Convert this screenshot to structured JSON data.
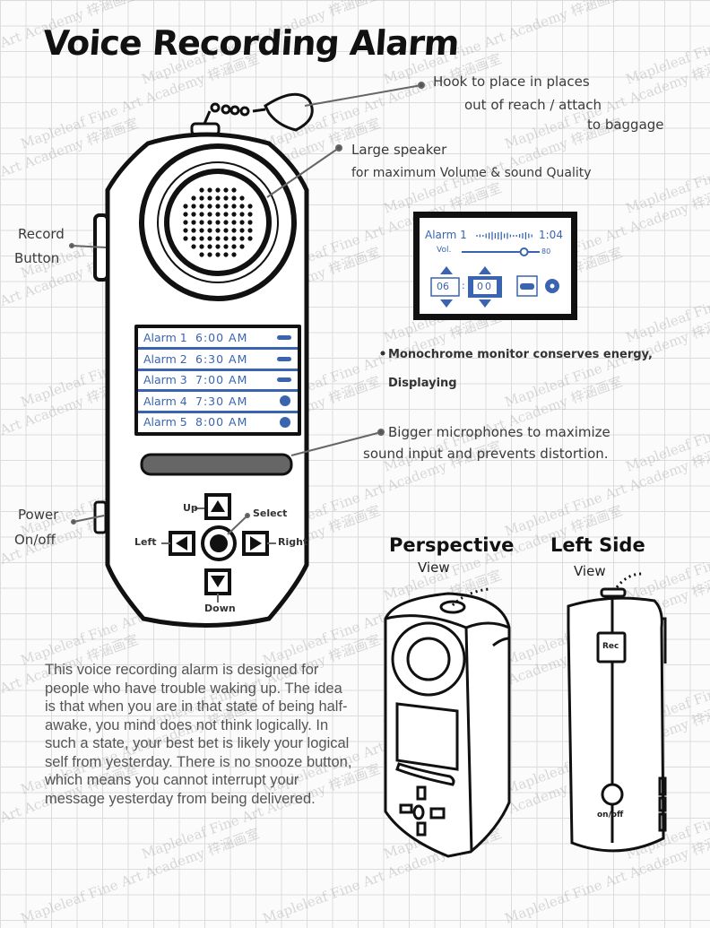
{
  "title": "Voice Recording Alarm",
  "annotations": {
    "hook": [
      "Hook to place in places",
      "out of reach / attach",
      "to baggage"
    ],
    "speaker": [
      "Large speaker",
      "for maximum Volume & sound Quality"
    ],
    "record_button": [
      "Record",
      "Button"
    ],
    "power": [
      "Power",
      "On/off"
    ],
    "monitor": [
      "Monochrome monitor conserves energy,",
      "Displaying"
    ],
    "microphone": [
      "Bigger microphones to maximize",
      "sound input and prevents distortion."
    ]
  },
  "device_screen": {
    "alarms": [
      {
        "name": "Alarm 1",
        "time": "6:00 AM",
        "indicator": "dash"
      },
      {
        "name": "Alarm 2",
        "time": "6:30 AM",
        "indicator": "dash"
      },
      {
        "name": "Alarm 3",
        "time": "7:00 AM",
        "indicator": "dash"
      },
      {
        "name": "Alarm 4",
        "time": "7:30 AM",
        "indicator": "dot"
      },
      {
        "name": "Alarm 5",
        "time": "8:00 AM",
        "indicator": "dot"
      }
    ]
  },
  "controls": {
    "up": "Up",
    "down": "Down",
    "left": "Left",
    "right": "Right",
    "select": "Select"
  },
  "detail_screen": {
    "alarm_label": "Alarm 1",
    "duration": "1:04",
    "volume_label": "Vol.",
    "volume_value": "80",
    "volume_fraction": 0.8,
    "hour": "06",
    "separator": ":",
    "minute": "00"
  },
  "views": {
    "perspective": [
      "Perspective",
      "View"
    ],
    "left_side": [
      "Left Side",
      "View"
    ],
    "rec_label": "Rec",
    "onoff_label": "on/off"
  },
  "description": "This voice recording alarm is designed for people who have trouble waking up. The idea is that when you are in that state of being half-awake, you mind does not think logically. In such a state, your best bet is likely your logical self from yesterday. There is no snooze button, which means you cannot interrupt your message yesterday from being delivered.",
  "watermark": "Mapleleaf Fine Art Academy 梓涵画室",
  "colors": {
    "lcd_blue": "#3a64b0",
    "ink": "#111111",
    "grid": "#dcdcdc"
  }
}
